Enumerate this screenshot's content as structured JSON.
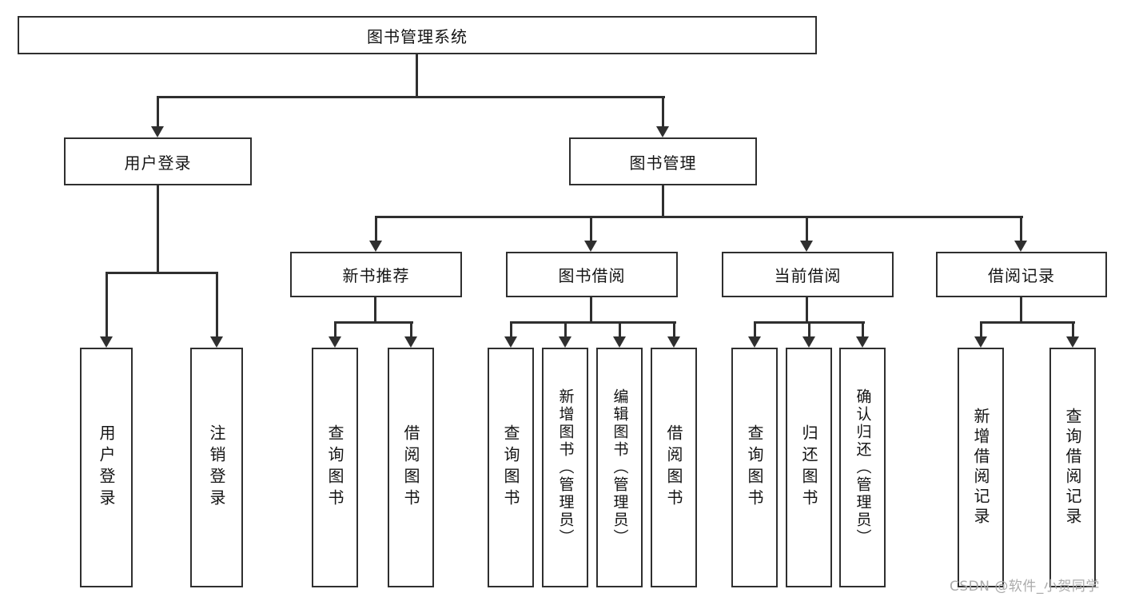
{
  "title": "图书管理系统",
  "watermark": "CSDN @软件_小贺同学",
  "colors": {
    "line": "#2f2f2f",
    "border": "#2f2f2f",
    "background": "#ffffff",
    "watermark": "#ababab"
  },
  "branches": {
    "user_login": {
      "label": "用户登录",
      "children": [
        {
          "label": "用户登录"
        },
        {
          "label": "注销登录"
        }
      ]
    },
    "book_mgmt": {
      "label": "图书管理",
      "children": [
        {
          "label": "新书推荐",
          "children": [
            {
              "label": "查询图书"
            },
            {
              "label": "借阅图书"
            }
          ]
        },
        {
          "label": "图书借阅",
          "children": [
            {
              "label": "查询图书"
            },
            {
              "label": "新增图书（管理员）"
            },
            {
              "label": "编辑图书（管理员）"
            },
            {
              "label": "借阅图书"
            }
          ]
        },
        {
          "label": "当前借阅",
          "children": [
            {
              "label": "查询图书"
            },
            {
              "label": "归还图书"
            },
            {
              "label": "确认归还（管理员）"
            }
          ]
        },
        {
          "label": "借阅记录",
          "children": [
            {
              "label": "新增借阅记录"
            },
            {
              "label": "查询借阅记录"
            }
          ]
        }
      ]
    }
  }
}
